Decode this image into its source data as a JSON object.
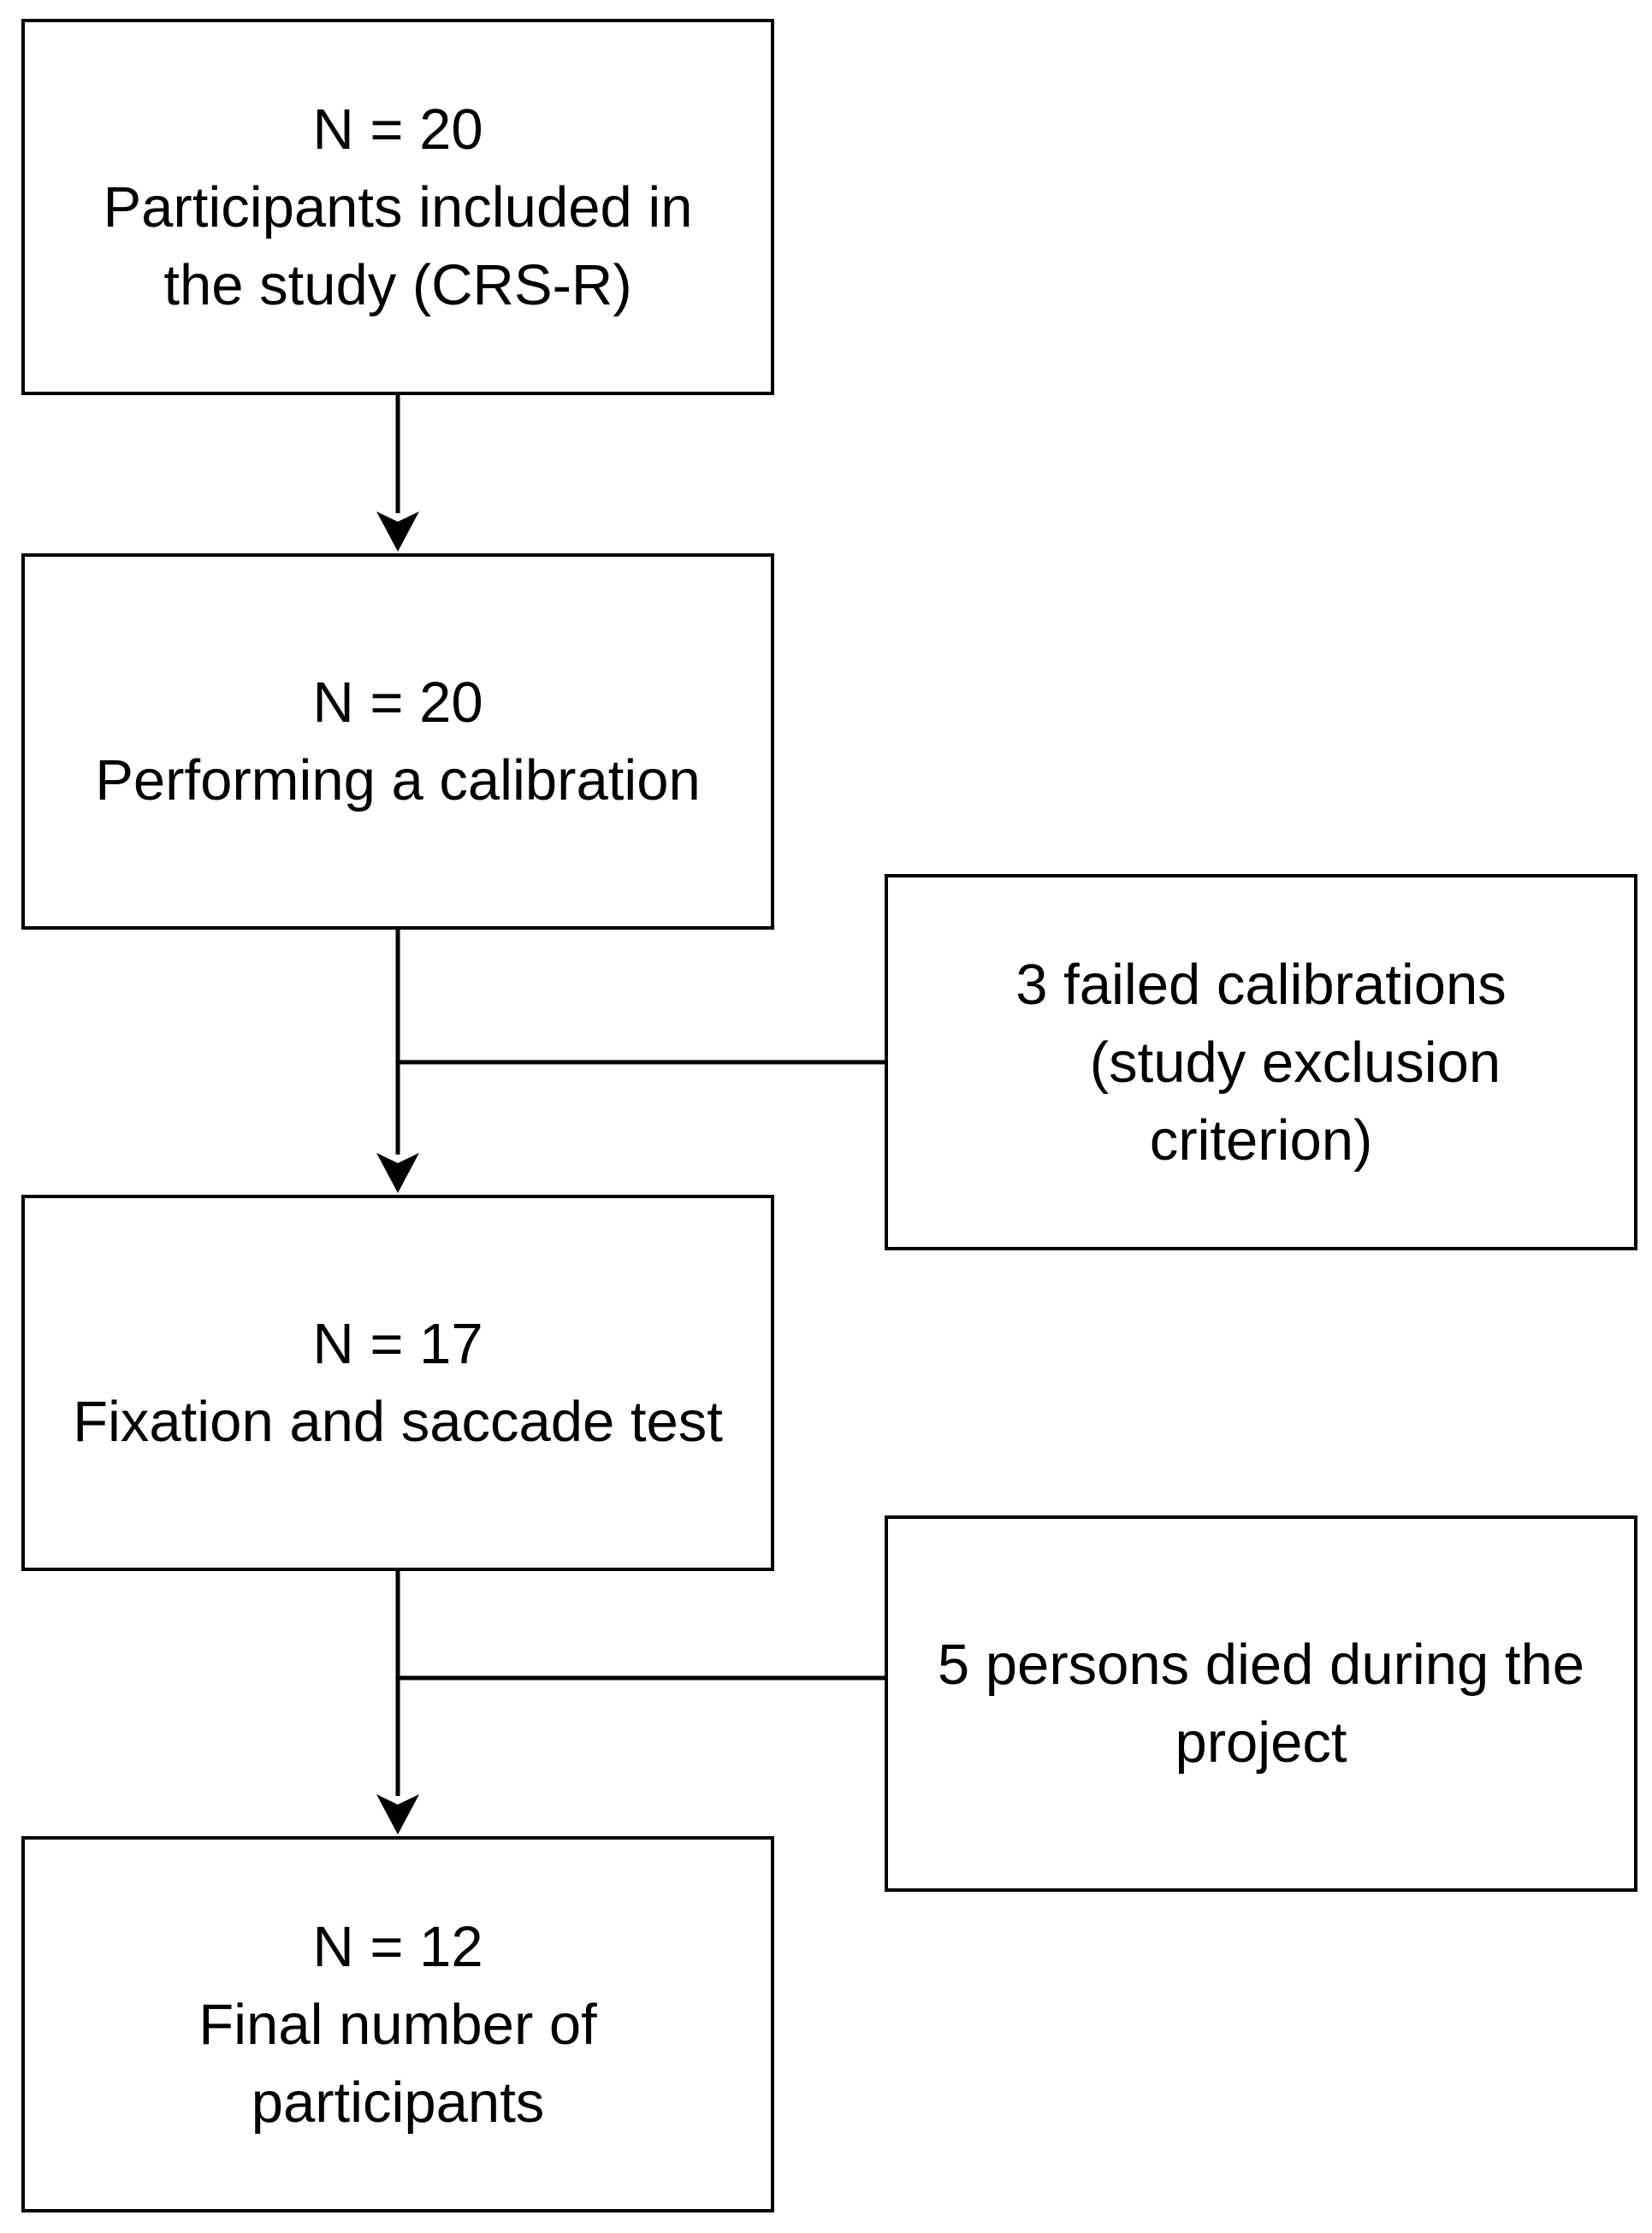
{
  "flowchart": {
    "included": {
      "count": "N = 20",
      "line1": "Participants included in",
      "line2": "the study (CRS-R)"
    },
    "calibration": {
      "count": "N = 20",
      "line1": "Performing a calibration"
    },
    "fixation": {
      "count": "N = 17",
      "line1": "Fixation and saccade test"
    },
    "final": {
      "count": "N = 12",
      "line1": "Final number of",
      "line2": "participants"
    },
    "failed_exclusion": {
      "line1": "3 failed calibrations",
      "line2": "(study exclusion",
      "line3": "criterion)"
    },
    "died_exclusion": {
      "line1": "5 persons died during the",
      "line2": "project"
    }
  },
  "colors": {
    "stroke": "#000000",
    "background": "#ffffff"
  }
}
